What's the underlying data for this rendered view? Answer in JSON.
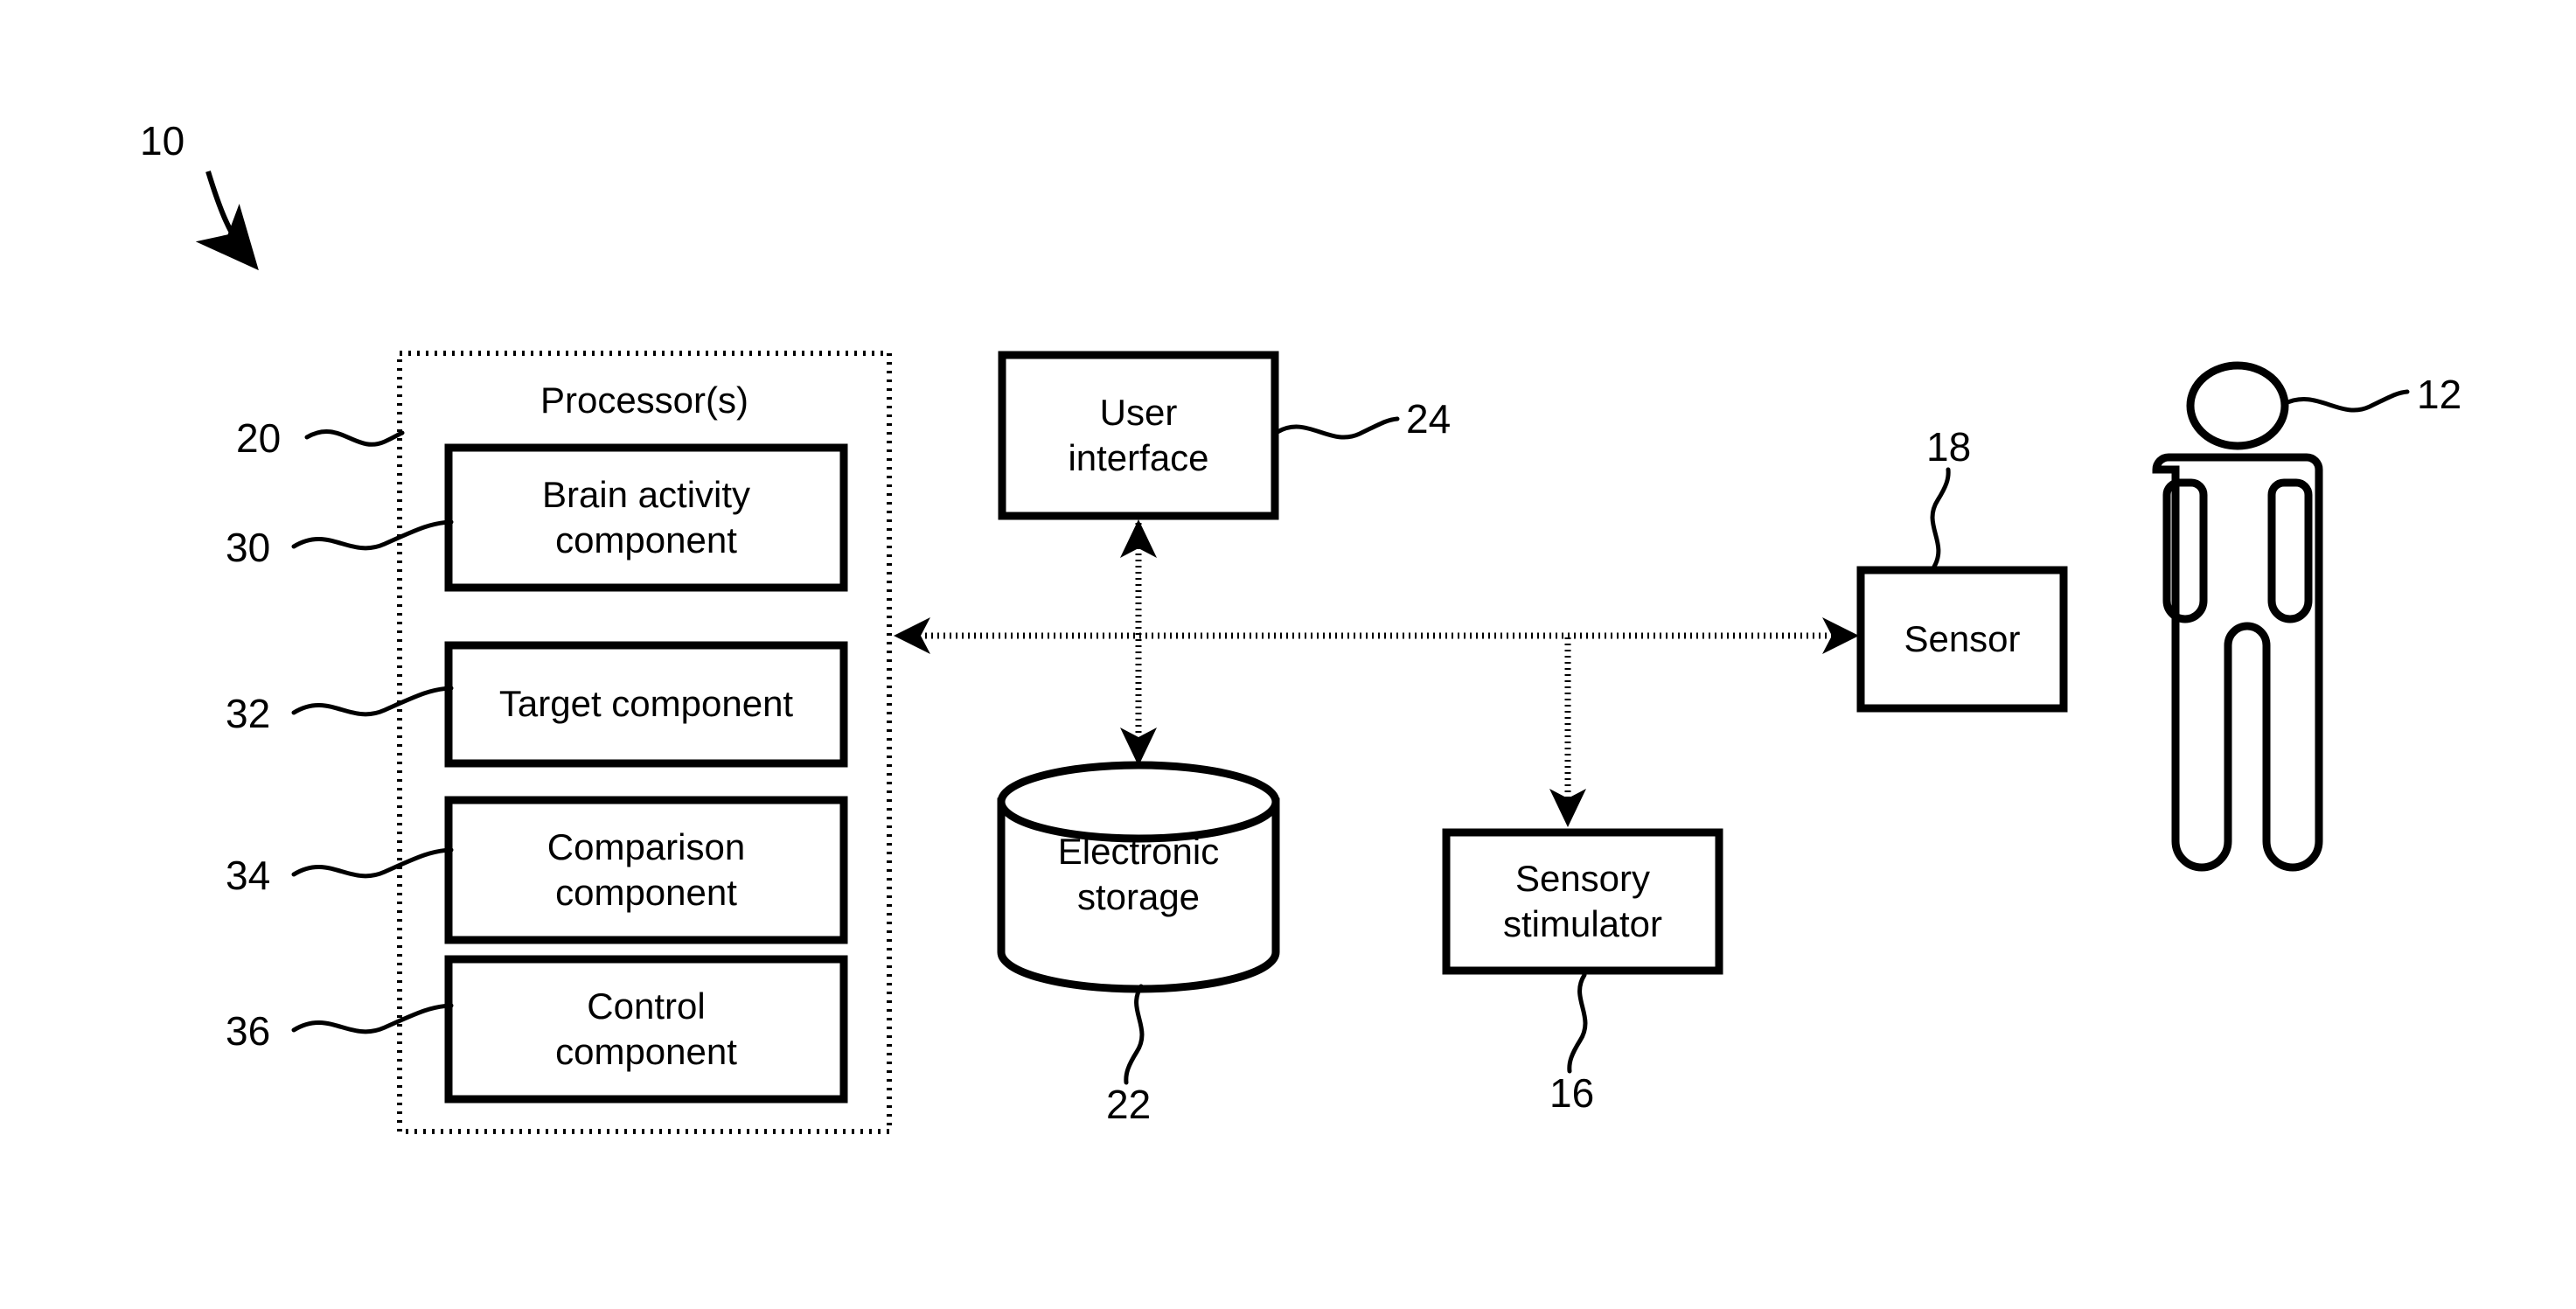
{
  "figure": {
    "system_ref": "10",
    "processor_box": {
      "title": "Processor(s)",
      "ref": "20",
      "components": [
        {
          "label": "Brain activity\ncomponent",
          "ref": "30"
        },
        {
          "label": "Target component",
          "ref": "32"
        },
        {
          "label": "Comparison\ncomponent",
          "ref": "34"
        },
        {
          "label": "Control\ncomponent",
          "ref": "36"
        }
      ]
    },
    "nodes": [
      {
        "name": "user-interface",
        "label": "User\ninterface",
        "ref": "24"
      },
      {
        "name": "electronic-storage",
        "label": "Electronic\nstorage",
        "ref": "22"
      },
      {
        "name": "sensory-stimulator",
        "label": "Sensory\nstimulator",
        "ref": "16"
      },
      {
        "name": "sensor",
        "label": "Sensor",
        "ref": "18"
      },
      {
        "name": "subject",
        "label": "",
        "ref": "12"
      }
    ],
    "colors": {
      "stroke": "#000000",
      "background": "#ffffff"
    }
  }
}
